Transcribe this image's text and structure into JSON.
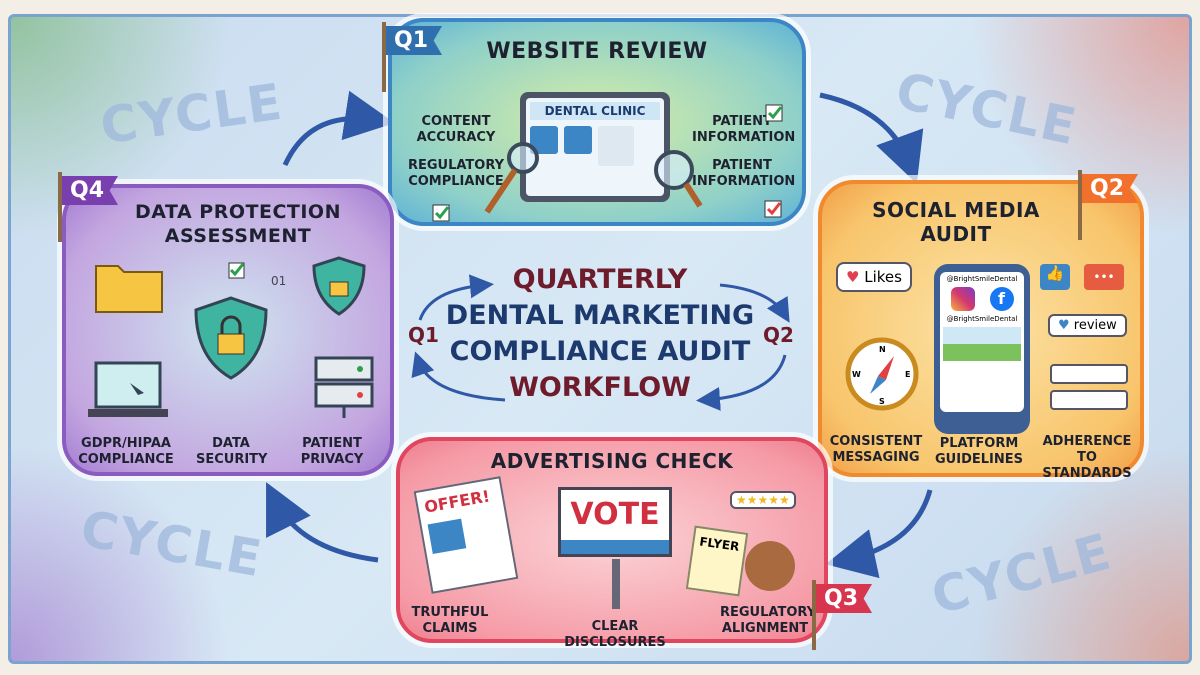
{
  "title": {
    "lines": [
      "QUARTERLY",
      "DENTAL MARKETING",
      "COMPLIANCE AUDIT",
      "WORKFLOW"
    ],
    "left_label": "Q1",
    "right_label": "Q2"
  },
  "watermark": [
    "CYCLE",
    "CYCLE",
    "CYCLE",
    "CYCLE"
  ],
  "panels": {
    "q1": {
      "flag": "Q1",
      "title": "WEBSITE REVIEW",
      "screen_title": "DENTAL CLINIC",
      "labels": [
        "CONTENT ACCURACY",
        "REGULATORY COMPLIANCE",
        "PATIENT INFORMATION",
        "PATIENT INFORMATION"
      ],
      "color": "#3d86c6"
    },
    "q2": {
      "flag": "Q2",
      "title": "SOCIAL MEDIA AUDIT",
      "likes": "Likes",
      "handle": "@BrightSmileDental",
      "handle2": "@BrightSmileDental",
      "review": "review",
      "compass": [
        "N",
        "E",
        "S",
        "W"
      ],
      "labels": [
        "CONSISTENT MESSAGING",
        "PLATFORM GUIDELINES",
        "ADHERENCE TO STANDARDS"
      ],
      "color": "#f08a2c"
    },
    "q3": {
      "flag": "Q3",
      "title": "ADVERTISING CHECK",
      "offer": "OFFER!",
      "billboard": "VOTE",
      "flyer": "FLYER",
      "labels": [
        "TRUTHFUL CLAIMS",
        "CLEAR DISCLOSURES",
        "REGULATORY ALIGNMENT"
      ],
      "color": "#e0465e"
    },
    "q4": {
      "flag": "Q4",
      "title": "DATA PROTECTION ASSESSMENT",
      "code": "01",
      "labels": [
        "GDPR/HIPAA COMPLIANCE",
        "DATA SECURITY",
        "PATIENT PRIVACY"
      ],
      "color": "#8a5cc0"
    }
  }
}
